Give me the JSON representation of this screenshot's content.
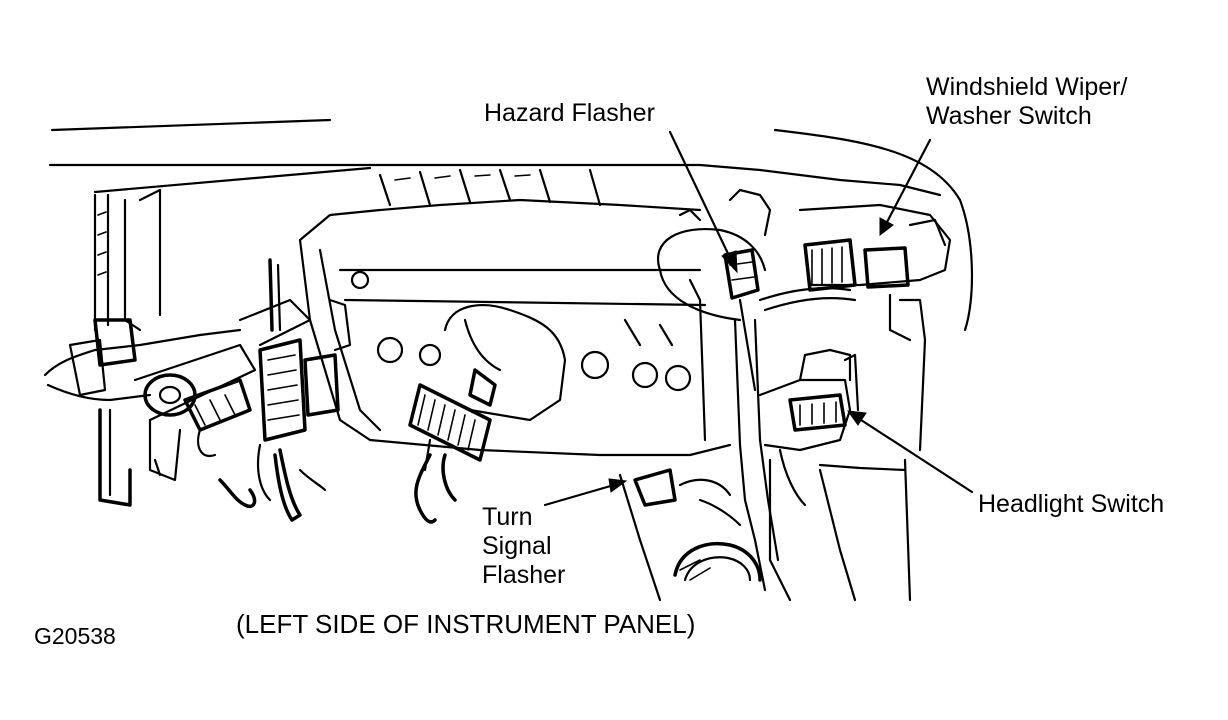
{
  "labels": {
    "hazard_flasher": "Hazard Flasher",
    "wiper_switch_line1": "Windshield Wiper/",
    "wiper_switch_line2": "Washer Switch",
    "headlight_switch": "Headlight Switch",
    "turn_signal_line1": "Turn",
    "turn_signal_line2": "Signal",
    "turn_signal_line3": "Flasher"
  },
  "caption": "(LEFT SIDE OF INSTRUMENT PANEL)",
  "figure_id": "G20538"
}
